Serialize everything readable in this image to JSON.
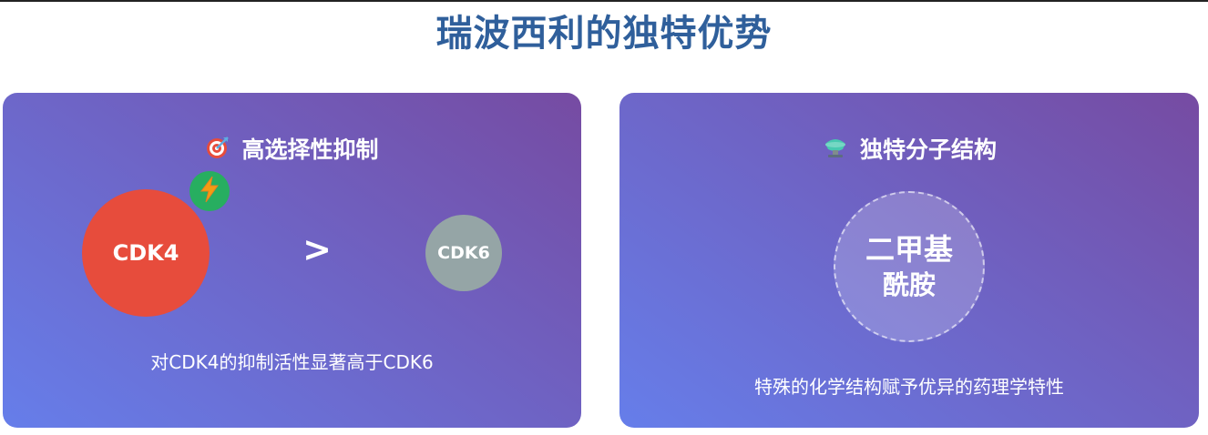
{
  "page": {
    "title": "瑞波西利的独特优势"
  },
  "colors": {
    "title": "#2f5f9b",
    "card_gradient_start": "#667eea",
    "card_gradient_end": "#764ba2",
    "cdk4": "#e74c3c",
    "cdk6": "#95a5a6",
    "bolt_badge": "#27ae60"
  },
  "cards": [
    {
      "icon": "target-icon",
      "title": "高选择性抑制",
      "diagram": {
        "big_circle_label": "CDK4",
        "comparator": ">",
        "small_circle_label": "CDK6",
        "badge_icon": "lightning-icon"
      },
      "description": "对CDK4的抑制活性显著高于CDK6"
    },
    {
      "icon": "flask-icon",
      "title": "独特分子结构",
      "molecule": {
        "line1": "二甲基",
        "line2": "酰胺"
      },
      "description": "特殊的化学结构赋予优异的药理学特性"
    }
  ]
}
